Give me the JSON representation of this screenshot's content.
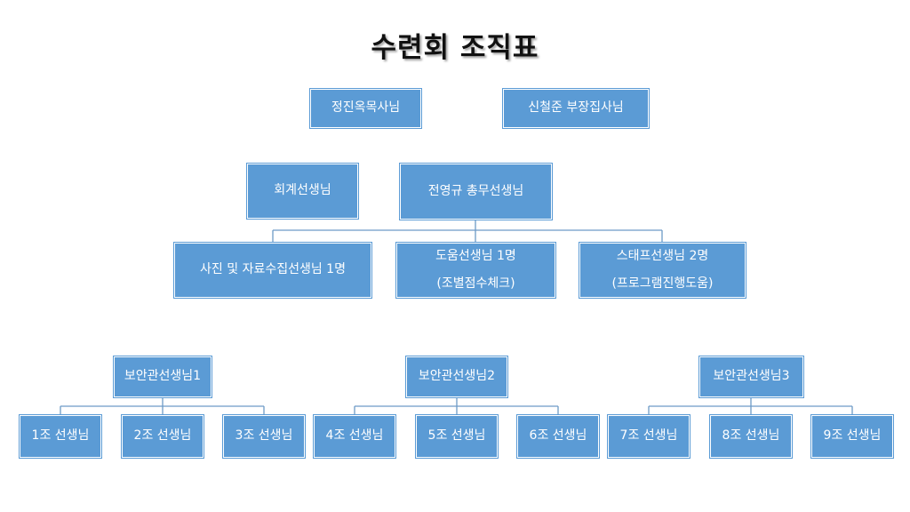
{
  "title": "수련회 조직표",
  "top": {
    "left": "정진옥목사님",
    "right": "신철준 부장집사님"
  },
  "middle": {
    "left": "회계선생님",
    "center": "전영규 총무선생님"
  },
  "teams": [
    {
      "line1": "사진 및 자료수집선생님 1명",
      "line2": ""
    },
    {
      "line1": "도움선생님 1명",
      "line2": "(조별점수체크)"
    },
    {
      "line1": "스태프선생님 2명",
      "line2": "(프로그램진행도움)"
    }
  ],
  "security": [
    {
      "label": "보안관선생님1",
      "groups": [
        "1조 선생님",
        "2조 선생님",
        "3조 선생님"
      ]
    },
    {
      "label": "보안관선생님2",
      "groups": [
        "4조 선생님",
        "5조 선생님",
        "6조 선생님"
      ]
    },
    {
      "label": "보안관선생님3",
      "groups": [
        "7조 선생님",
        "8조 선생님",
        "9조 선생님"
      ]
    }
  ],
  "colors": {
    "box_fill": "#5b9bd5",
    "connector": "#6d9ac7"
  }
}
